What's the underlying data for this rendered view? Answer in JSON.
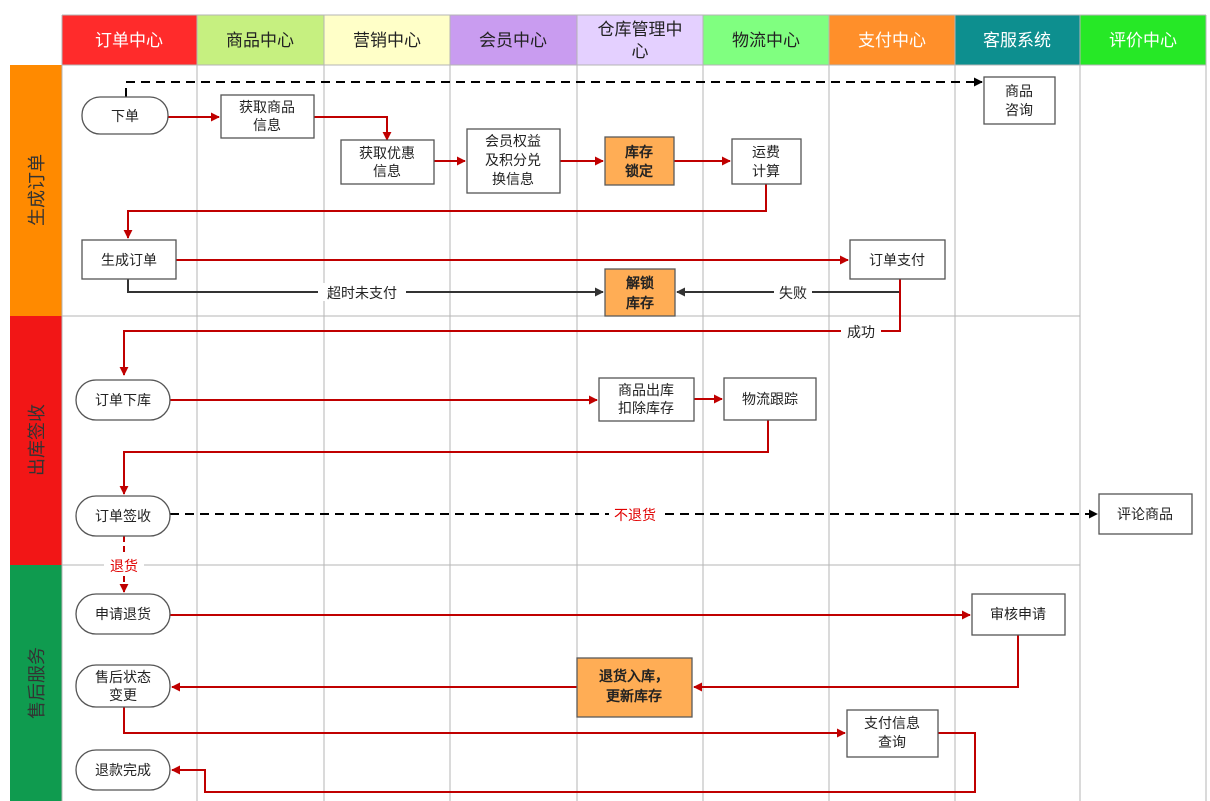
{
  "columns": [
    {
      "label": "订单中心",
      "color": "#ff2b2b"
    },
    {
      "label": "商品中心",
      "color": "#c6f080"
    },
    {
      "label": "营销中心",
      "color": "#ffffc8"
    },
    {
      "label": "会员中心",
      "color": "#c99cf0"
    },
    {
      "label": "仓库管理中心",
      "color": "#e4d0ff"
    },
    {
      "label": "物流中心",
      "color": "#80ff80"
    },
    {
      "label": "支付中心",
      "color": "#ff8f2a"
    },
    {
      "label": "客服系统",
      "color": "#0d8f8f"
    },
    {
      "label": "评价中心",
      "color": "#26e826"
    }
  ],
  "lanes": [
    {
      "label": "生成订单",
      "color": "#ff8a00"
    },
    {
      "label": "出库签收",
      "color": "#f21616"
    },
    {
      "label": "售后服务",
      "color": "#0f9b4f"
    }
  ],
  "nodes": {
    "place_order": "下单",
    "get_product_info": "获取商品信息",
    "get_discount_info": "获取优惠信息",
    "member_points_info": "会员权益及积分兑换信息",
    "inventory_lock": "库存锁定",
    "shipping_calc": "运费计算",
    "product_consult": "商品咨询",
    "generate_order": "生成订单",
    "order_payment": "订单支付",
    "unlock_inventory": "解锁库存",
    "order_outbound": "订单下库",
    "goods_out_deduct": "商品出库扣除库存",
    "logistics_tracking": "物流跟踪",
    "order_sign": "订单签收",
    "review_product": "评论商品",
    "apply_return": "申请退货",
    "review_application": "审核申请",
    "aftersale_status_change": "售后状态变更",
    "return_restock": "退货入库，更新库存",
    "payment_info_query": "支付信息查询",
    "refund_complete": "退款完成"
  },
  "edge_labels": {
    "timeout_unpaid": "超时未支付",
    "fail": "失败",
    "success": "成功",
    "no_return": "不退货",
    "return": "退货"
  },
  "colors": {
    "flow_red": "#c00000",
    "dark_line": "#333333",
    "highlight_box": "#ffad55",
    "highlight_box_border": "#5a5a5a",
    "grid": "#b5b5b5"
  }
}
